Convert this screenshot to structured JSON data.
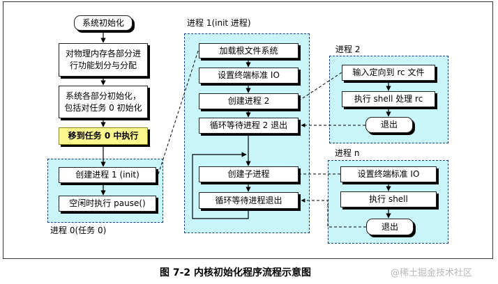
{
  "nodes": {
    "sys_init": "系统初始化",
    "mem_partition": "对物理内存各部分进\n行功能划分与分配",
    "subsystem_init": "系统各部分初始化，\n包括对任务 0 初始化",
    "move_to_task0": "移到任务 0 中执行",
    "create_proc1": "创建进程 1 (init)",
    "idle_pause": "空闲时执行 pause()",
    "load_rootfs": "加载根文件系统",
    "set_tty_io": "设置终端标准 IO",
    "create_proc2": "创建进程 2",
    "wait_proc2_exit": "循环等待进程 2 退出",
    "create_child": "创建子进程",
    "wait_child_exit": "循环等待进程退出",
    "redirect_rc": "输入定向到 rc 文件",
    "shell_rc": "执行 shell 处理 rc",
    "exit_p2": "退出",
    "set_tty_io_n": "设置终端标准 IO",
    "run_shell": "执行 shell",
    "exit_pn": "退出"
  },
  "regions": {
    "proc0": "进程 0(任务 0)",
    "proc1": "进程 1(init 进程)",
    "proc2": "进程 2",
    "procn": "进程 n"
  },
  "caption": "图 7-2 内核初始化程序流程示意图",
  "watermark": "@稀土掘金技术社区",
  "colors": {
    "region_fill": "#c9f6fa",
    "highlight_fill": "#fdf88e",
    "border": "#1a3a8a"
  }
}
